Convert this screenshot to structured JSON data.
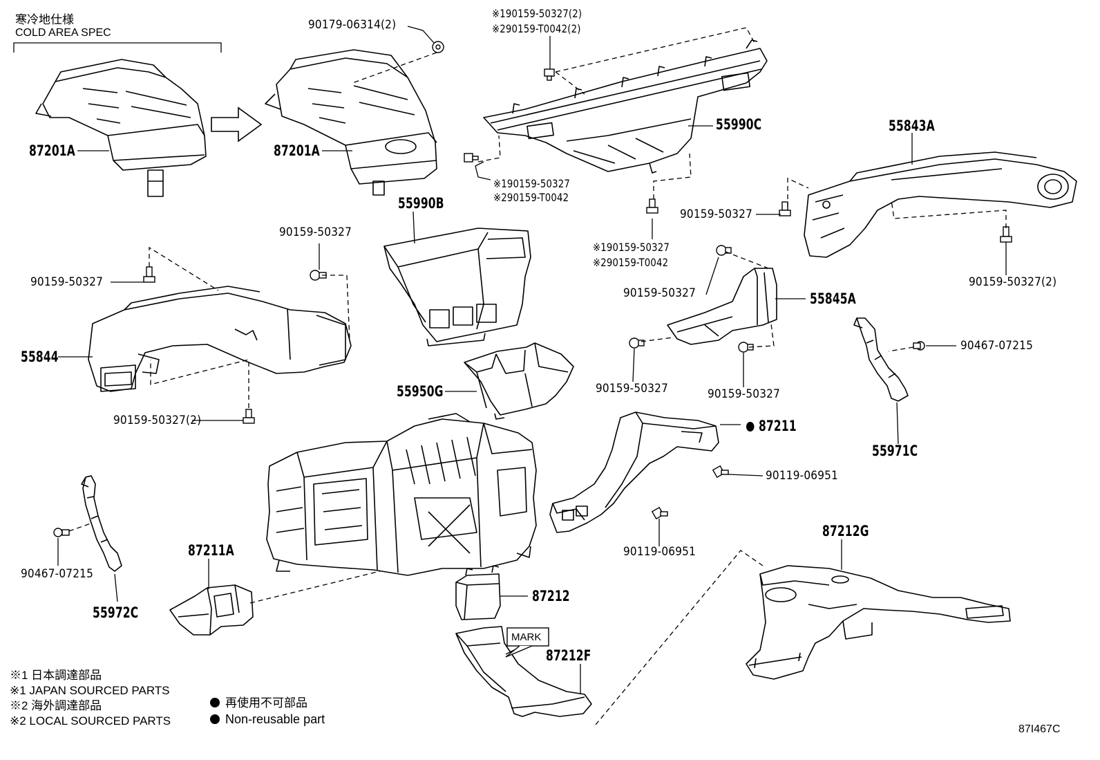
{
  "header": {
    "cold_spec_jp": "寒冷地仕様",
    "cold_spec_en": "COLD AREA SPEC"
  },
  "parts": {
    "p87201A_a": "87201A",
    "p87201A_b": "87201A",
    "p55990B": "55990B",
    "p55990C": "55990C",
    "p55843A": "55843A",
    "p55844": "55844",
    "p55845A": "55845A",
    "p55950G": "55950G",
    "p87211": "87211",
    "p55971C": "55971C",
    "p87211A": "87211A",
    "p55972C": "55972C",
    "p87212": "87212",
    "p87212F": "87212F",
    "p87212G": "87212G"
  },
  "fasteners": {
    "f_90179": "90179-06314(2)",
    "f_top1": "※190159-50327(2)",
    "f_top2": "※290159-T0042(2)",
    "f_mid1": "※190159-50327",
    "f_mid2": "※290159-T0042",
    "f_mid3": "※190159-50327",
    "f_mid4": "※290159-T0042",
    "f_left_a": "90159-50327",
    "f_left_b": "90159-50327",
    "f_left_c": "90159-50327(2)",
    "f_r1": "90159-50327",
    "f_r2": "90159-50327(2)",
    "f_r3": "90159-50327",
    "f_r4": "90159-50327",
    "f_r5": "90159-50327",
    "f_90467_r": "90467-07215",
    "f_90467_l": "90467-07215",
    "f_90119_a": "90119-06951",
    "f_90119_b": "90119-06951"
  },
  "annotations": {
    "mark": "MARK"
  },
  "legend": {
    "n1_jp": "※1 日本調達部品",
    "n1_en": "※1 JAPAN SOURCED PARTS",
    "n2_jp": "※2 海外調達部品",
    "n2_en": "※2 LOCAL SOURCED PARTS",
    "nr_jp": "再使用不可部品",
    "nr_en": "Non-reusable part"
  },
  "figure_code": "87I467C"
}
